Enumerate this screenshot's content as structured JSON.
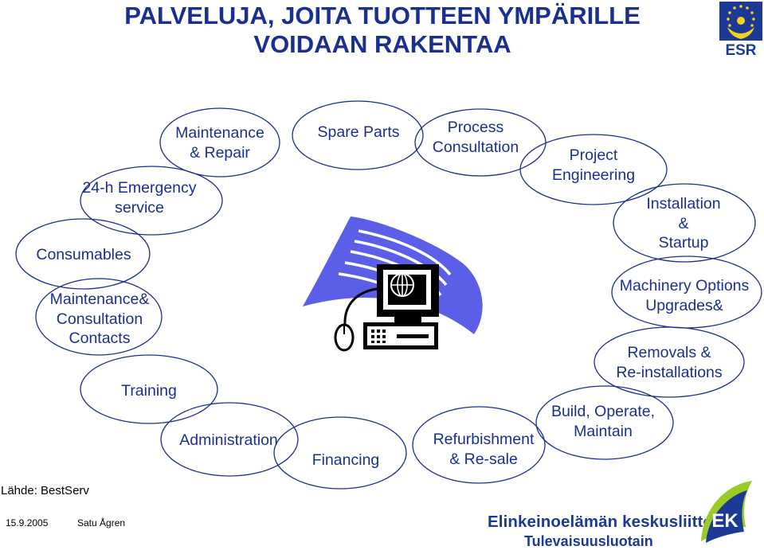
{
  "slide": {
    "title_line1": "PALVELUJA, JOITA TUOTTEEN YMPÄRILLE",
    "title_line2": "VOIDAAN RAKENTAA",
    "esr_logo": {
      "text": "ESR",
      "icon": "eu-stars-emblem"
    },
    "services": [
      "Maintenance",
      "& Repair",
      "24-h Emergency",
      "service",
      "Consumables",
      "Maintenance&",
      "Consultation",
      "Contacts",
      "Training",
      "Administration",
      "Financing",
      "Spare Parts",
      "Process",
      "Consultation",
      "Project",
      "Engineering",
      "Installation",
      "&",
      "Startup",
      "Machinery Options",
      "Upgrades&",
      "Removals &",
      "Re-installations",
      "Build, Operate,",
      "Maintain",
      "Refurbishment",
      "& Re-sale"
    ],
    "center_icon": "computer-globe-icon",
    "source": "Lähde: BestServ",
    "footer_date": "15.9.2005",
    "footer_author": "Satu Ågren",
    "ek_name": "Elinkeinoelämän keskusliitto",
    "ek_slogan": "Tulevaisuusluotain",
    "ek_logo_text": "EK",
    "colors": {
      "title": "#1a2f8f",
      "oval": "#1a2f8f",
      "ek_blue": "#1c3a95",
      "ek_green": "#9acb2a",
      "esr_yellow": "#f4d21c"
    }
  }
}
